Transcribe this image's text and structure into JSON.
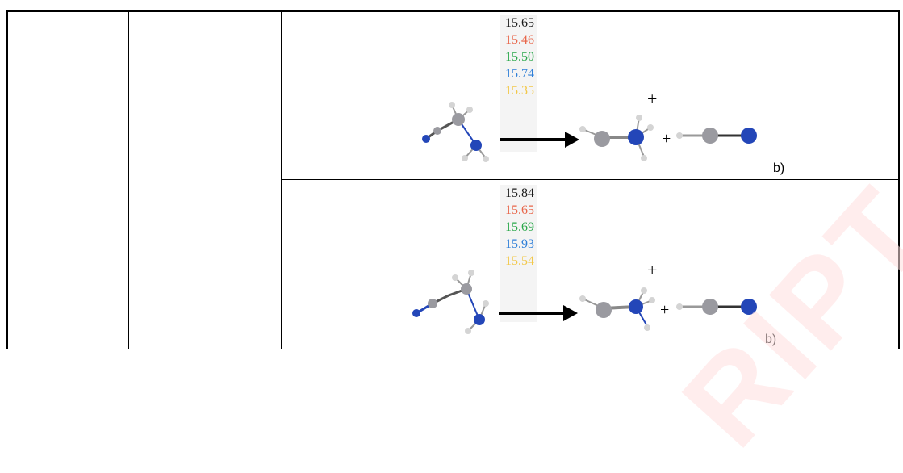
{
  "watermark": "RIPT",
  "colors": {
    "value_1": "#1a1a1a",
    "value_2": "#e8664a",
    "value_3": "#2aa84a",
    "value_4": "#2f7fd8",
    "value_5": "#f2c84a",
    "nitrogen": "#2346b8",
    "carbon": "#9a9aa0",
    "hydrogen": "#d4d4d4",
    "arrow": "#000000"
  },
  "rows": [
    {
      "values": [
        "15.65",
        "15.46",
        "15.50",
        "15.74",
        "15.35"
      ],
      "label": "b)",
      "charge_product": "+",
      "plus_sign": "+"
    },
    {
      "values": [
        "15.84",
        "15.65",
        "15.69",
        "15.93",
        "15.54"
      ],
      "label": "b)",
      "charge_product": "+",
      "plus_sign": "+"
    }
  ]
}
